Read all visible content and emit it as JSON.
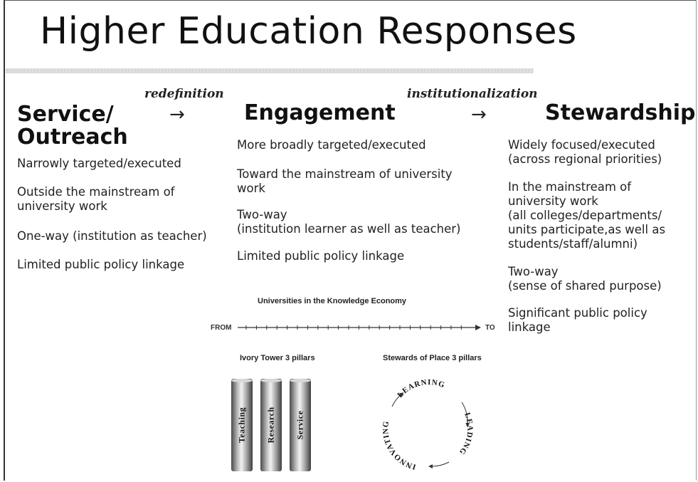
{
  "slide": {
    "title": "Higher Education Responses"
  },
  "transitions": [
    {
      "label": "redefinition",
      "arrow": "→"
    },
    {
      "label": "institutionalization",
      "arrow": "→"
    }
  ],
  "columns": [
    {
      "heading": "Service/\nOutreach",
      "items": [
        "Narrowly targeted/executed",
        "Outside the mainstream of\nuniversity work",
        "One-way (institution as teacher)",
        "Limited public policy linkage"
      ]
    },
    {
      "heading": "Engagement",
      "items": [
        "More broadly targeted/executed",
        "Toward the mainstream of university\nwork",
        "Two-way\n(institution learner as well as teacher)",
        "Limited public policy linkage"
      ]
    },
    {
      "heading": "Stewardship",
      "items": [
        "Widely focused/executed\n(across regional priorities)",
        "In the mainstream of\nuniversity work\n(all colleges/departments/\nunits participate,as well as\nstudents/staff/alumni)",
        "Two-way\n(sense of shared purpose)",
        "Significant public policy\nlinkage"
      ]
    }
  ],
  "inset": {
    "title": "Universities in the Knowledge Economy",
    "from_label": "FROM",
    "to_label": "TO",
    "left_label": "Ivory Tower\n3 pillars",
    "right_label": "Stewards of Place\n3 pillars",
    "pillars": [
      "Teaching",
      "Research",
      "Service"
    ],
    "cycle": [
      "LEARNING",
      "LEADING",
      "INNOVATING"
    ]
  }
}
